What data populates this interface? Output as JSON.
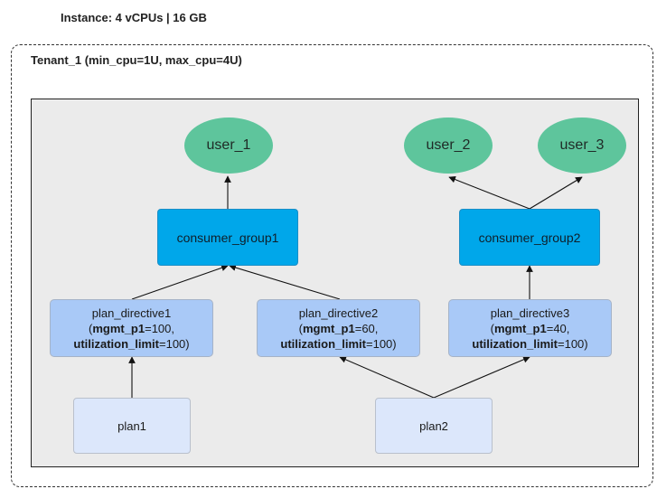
{
  "instance": {
    "title": "Instance: 4 vCPUs | 16 GB"
  },
  "tenant": {
    "title": "Tenant_1 (min_cpu=1U, max_cpu=4U)"
  },
  "users": [
    {
      "label": "user_1"
    },
    {
      "label": "user_2"
    },
    {
      "label": "user_3"
    }
  ],
  "consumer_groups": [
    {
      "label": "consumer_group1"
    },
    {
      "label": "consumer_group2"
    }
  ],
  "plan_directives": [
    {
      "name": "plan_directive1",
      "open": "(",
      "mgmt_key": "mgmt_p1",
      "mgmt_val": "=100,",
      "util_key": "utilization_limit",
      "util_val": "=100)"
    },
    {
      "name": "plan_directive2",
      "open": "(",
      "mgmt_key": "mgmt_p1",
      "mgmt_val": "=60,",
      "util_key": "utilization_limit",
      "util_val": "=100)"
    },
    {
      "name": "plan_directive3",
      "open": "(",
      "mgmt_key": "mgmt_p1",
      "mgmt_val": "=40,",
      "util_key": "utilization_limit",
      "util_val": "=100)"
    }
  ],
  "plans": [
    {
      "label": "plan1"
    },
    {
      "label": "plan2"
    }
  ],
  "colors": {
    "user_fill": "#5ec59c",
    "consumer_fill": "#00a7ea",
    "directive_fill": "#a9c9f7",
    "plan_fill": "#dce7fb",
    "panel_fill": "#ebebeb"
  }
}
